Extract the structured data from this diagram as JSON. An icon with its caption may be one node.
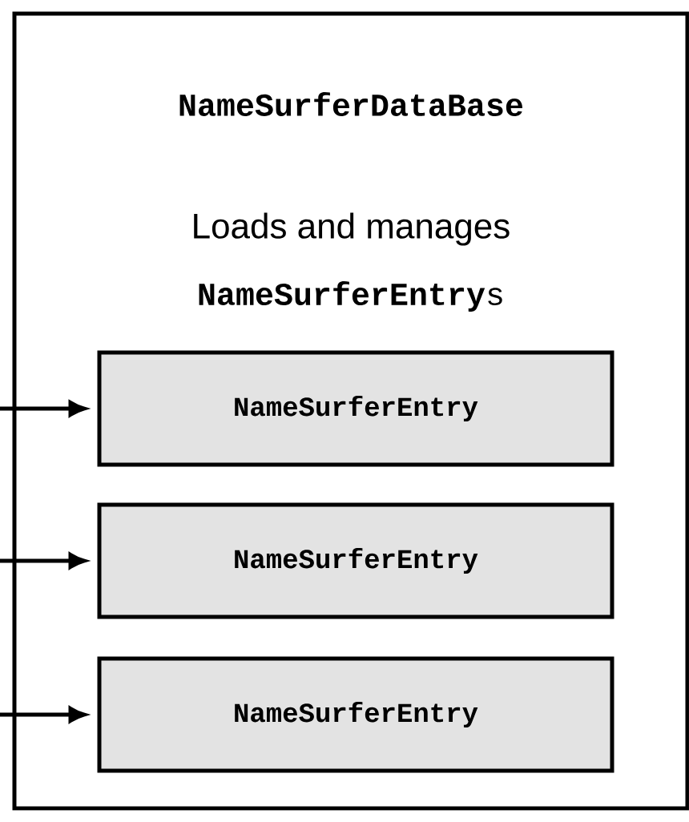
{
  "diagram": {
    "nodes": [
      {
        "text": [
          "NameSurferDataBase",
          "Loads and manages",
          "**NameSurferEntry**s"
        ]
      },
      {
        "text": [
          "NameSurferEntry"
        ],
        "in": 0
      },
      {
        "text": [
          "NameSurferEntry"
        ],
        "in": 0
      },
      {
        "text": [
          "NameSurferEntry"
        ],
        "in": 0
      }
    ],
    "edges": [
      {
        "from": null,
        "to": 1,
        "arrow": "to"
      },
      {
        "from": null,
        "to": 2,
        "arrow": "to"
      },
      {
        "from": null,
        "to": 3,
        "arrow": "to"
      }
    ]
  }
}
